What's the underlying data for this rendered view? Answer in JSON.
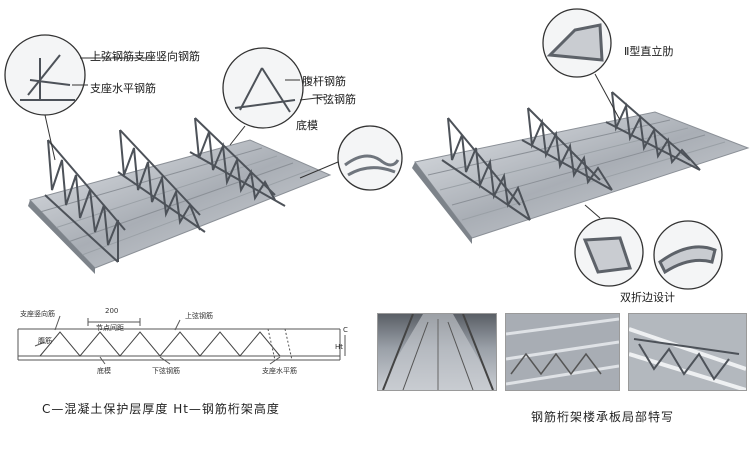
{
  "labels": {
    "upper_chord_support": "上弦钢筋支座竖向钢筋",
    "support_horizontal": "支座水平钢筋",
    "web_bar": "腹杆钢筋",
    "lower_chord": "下弦钢筋",
    "base_mold": "底模",
    "omega_rib": "Ⅱ型直立肋",
    "double_fold": "双折边设计"
  },
  "section": {
    "support_vertical": "支座竖向筋",
    "spacing_value": "200",
    "spacing_label": "节点间距",
    "upper_chord": "上弦钢筋",
    "web": "腹筋",
    "base": "底模",
    "lower_chord": "下弦钢筋",
    "support_horizontal": "支座水平筋",
    "dim_c": "C",
    "dim_ht": "Ht"
  },
  "captions": {
    "legend": "C—混凝土保护层厚度   Ht—钢筋桁架高度",
    "photos": "钢筋桁架楼承板局部特写"
  },
  "colors": {
    "steel": "#b9bec5",
    "steel_dark": "#6f757d",
    "callout": "#333333"
  }
}
